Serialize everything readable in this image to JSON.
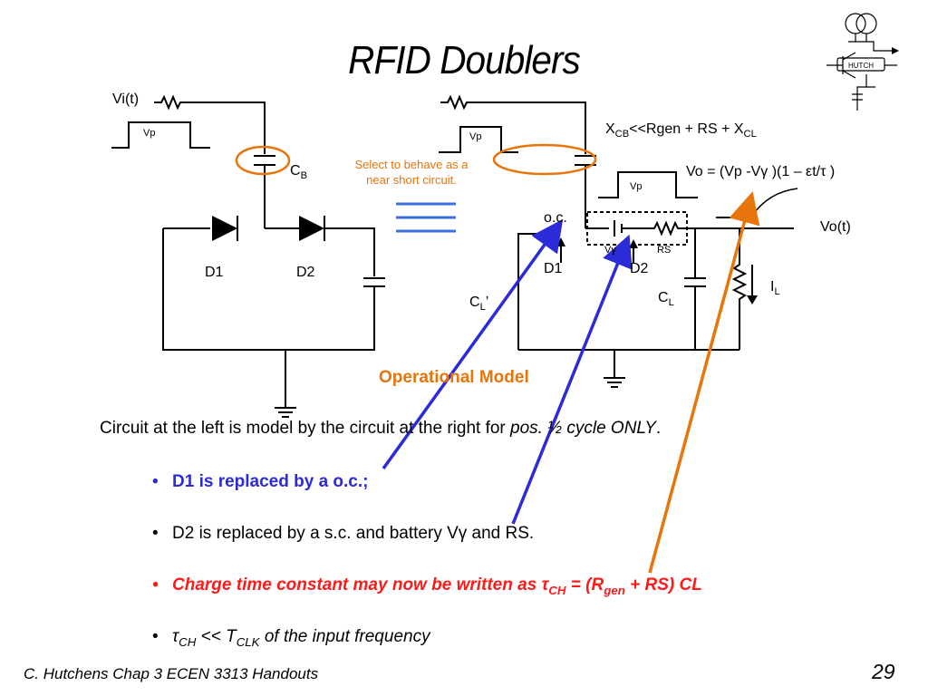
{
  "title": "RFID Doublers",
  "labels": {
    "vi": "Vi(t)",
    "vp_left": "Vp",
    "vp_mid": "Vp",
    "vp_right": "Vp",
    "cb_main": "C",
    "cb_sub": "B",
    "d1_left": "D1",
    "d2_left": "D2",
    "xcb_main": "X",
    "xcb_sub": "CB",
    "xcb_rest": "<<Rgen + RS + X",
    "xcb_sub2": "CL",
    "vo_formula": "Vo = (Vp -Vγ )(1 – εt/τ )",
    "oc": "o.c.",
    "vgamma": "Vγ",
    "rs": "RS",
    "d1_right": "D1",
    "d2_right": "D2",
    "vo_t": "Vo(t)",
    "il_main": "I",
    "il_sub": "L",
    "cl_main": "C",
    "cl_sub": "L",
    "clp_main": "C",
    "clp_sub": "L",
    "clp_tick": "’"
  },
  "note": {
    "line1": "Select to behave as a",
    "line2": "near short circuit."
  },
  "operational_model": "Operational Model",
  "paragraph": {
    "text": "Circuit at the left is model by the circuit at the right for ",
    "italic": "pos. ½ cycle ONLY",
    "end": "."
  },
  "bullets": {
    "b1": "D1 is replaced by a o.c.;",
    "b2": "D2 is replaced by a s.c. and battery Vγ and RS.",
    "b3_a": "Charge time constant may now be written as τ",
    "b3_sub1": "CH",
    "b3_b": " = (R",
    "b3_sub2": "gen",
    "b3_c": " + RS) CL",
    "b4_a": "τ",
    "b4_sub1": "CH",
    "b4_b": " << T",
    "b4_sub2": "CLK",
    "b4_c": " of  the input frequency",
    "dot": "•"
  },
  "footer": "C. Hutchens Chap 3 ECEN 3313 Handouts",
  "page_number": "29",
  "logo_text": "HUTCH",
  "colors": {
    "accent_orange": "#e8740c",
    "accent_blue": "#2b2bd8",
    "accent_red": "#ff1a1a"
  }
}
